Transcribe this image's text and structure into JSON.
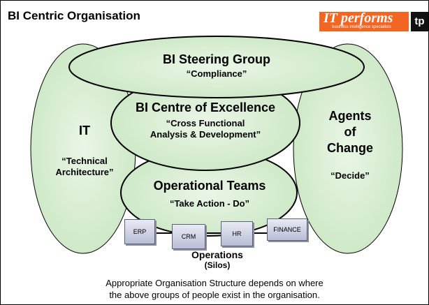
{
  "title": "BI Centric Organisation",
  "logo": {
    "main": "IT performs",
    "tagline": "business intelligence specialists",
    "mark": "tp"
  },
  "groups": {
    "steering": {
      "name": "BI Steering Group",
      "role": "“Compliance”"
    },
    "coe": {
      "name": "BI Centre of Excellence",
      "role_line1": "“Cross Functional",
      "role_line2": "Analysis & Development”"
    },
    "it": {
      "name": "IT",
      "role_line1": "“Technical",
      "role_line2": "Architecture”"
    },
    "agents": {
      "name_line1": "Agents",
      "name_line2": "of",
      "name_line3": "Change",
      "role": "“Decide”"
    },
    "ops_teams": {
      "name": "Operational Teams",
      "role": "“Take Action - Do”"
    }
  },
  "systems": [
    "ERP",
    "CRM",
    "HR",
    "FINANCE"
  ],
  "operations": {
    "label": "Operations",
    "sublabel": "(Silos)"
  },
  "footer": {
    "line1": "Appropriate Organisation Structure depends on where",
    "line2": "the above groups of people exist in the organisation."
  },
  "colors": {
    "ellipse_fill": "#d6ecd0",
    "logo_orange": "#f26522"
  }
}
